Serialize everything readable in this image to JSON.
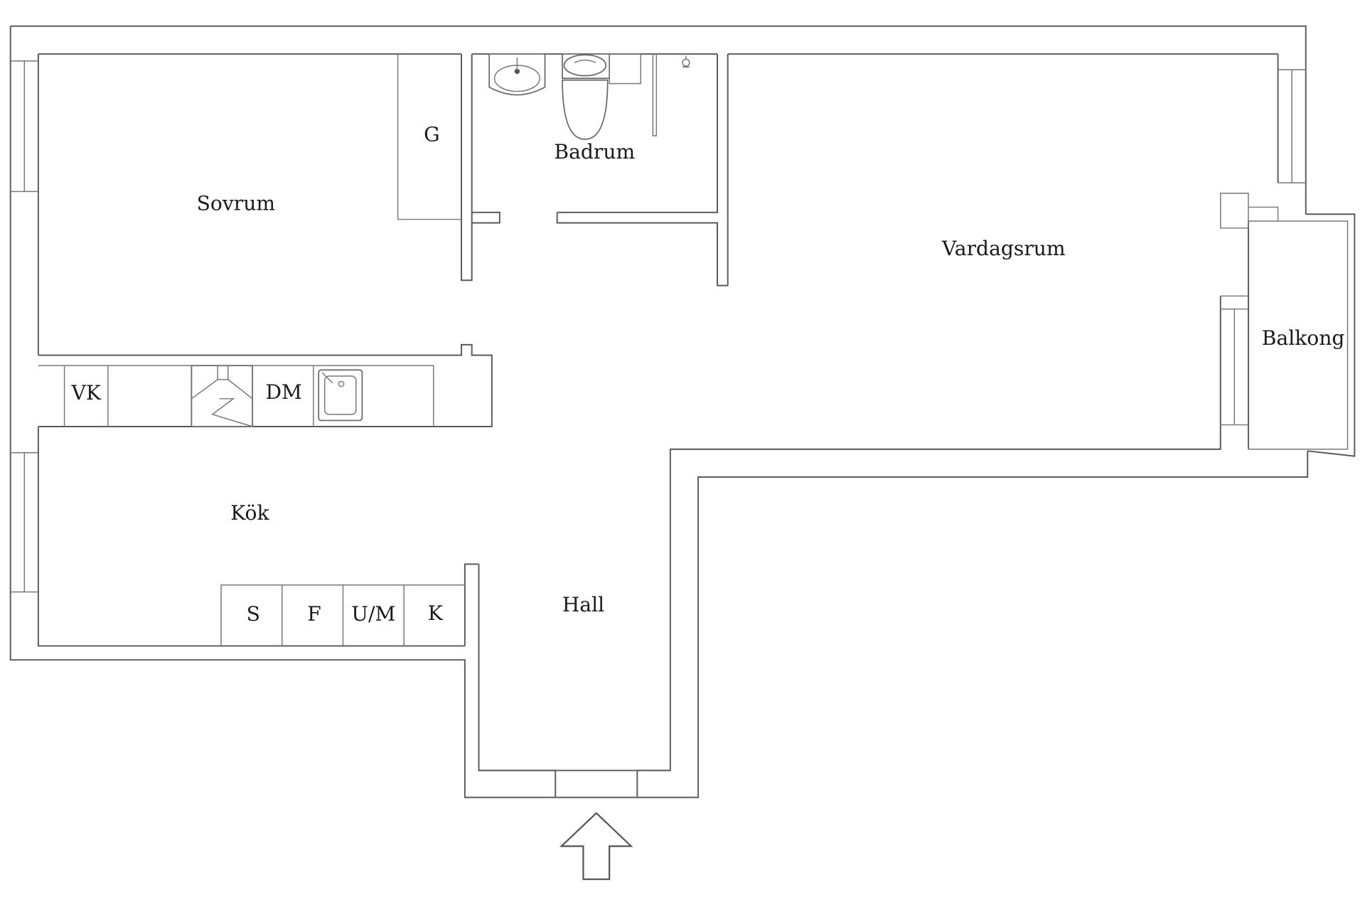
{
  "rooms": {
    "sovrum": "Sovrum",
    "garderob": "G",
    "badrum": "Badrum",
    "vardagsrum": "Vardagsrum",
    "balkong": "Balkong",
    "kok": "Kök",
    "hall": "Hall"
  },
  "appliances": {
    "vk": "VK",
    "dm": "DM",
    "s": "S",
    "f": "F",
    "um": "U/M",
    "k": "K"
  },
  "icons": {
    "entrance": "entrance-arrow-icon",
    "sink": "washbasin-icon",
    "toilet": "toilet-icon",
    "shower": "shower-icon",
    "kitchen_sink": "kitchen-sink-icon",
    "stove": "stove-hood-icon"
  }
}
